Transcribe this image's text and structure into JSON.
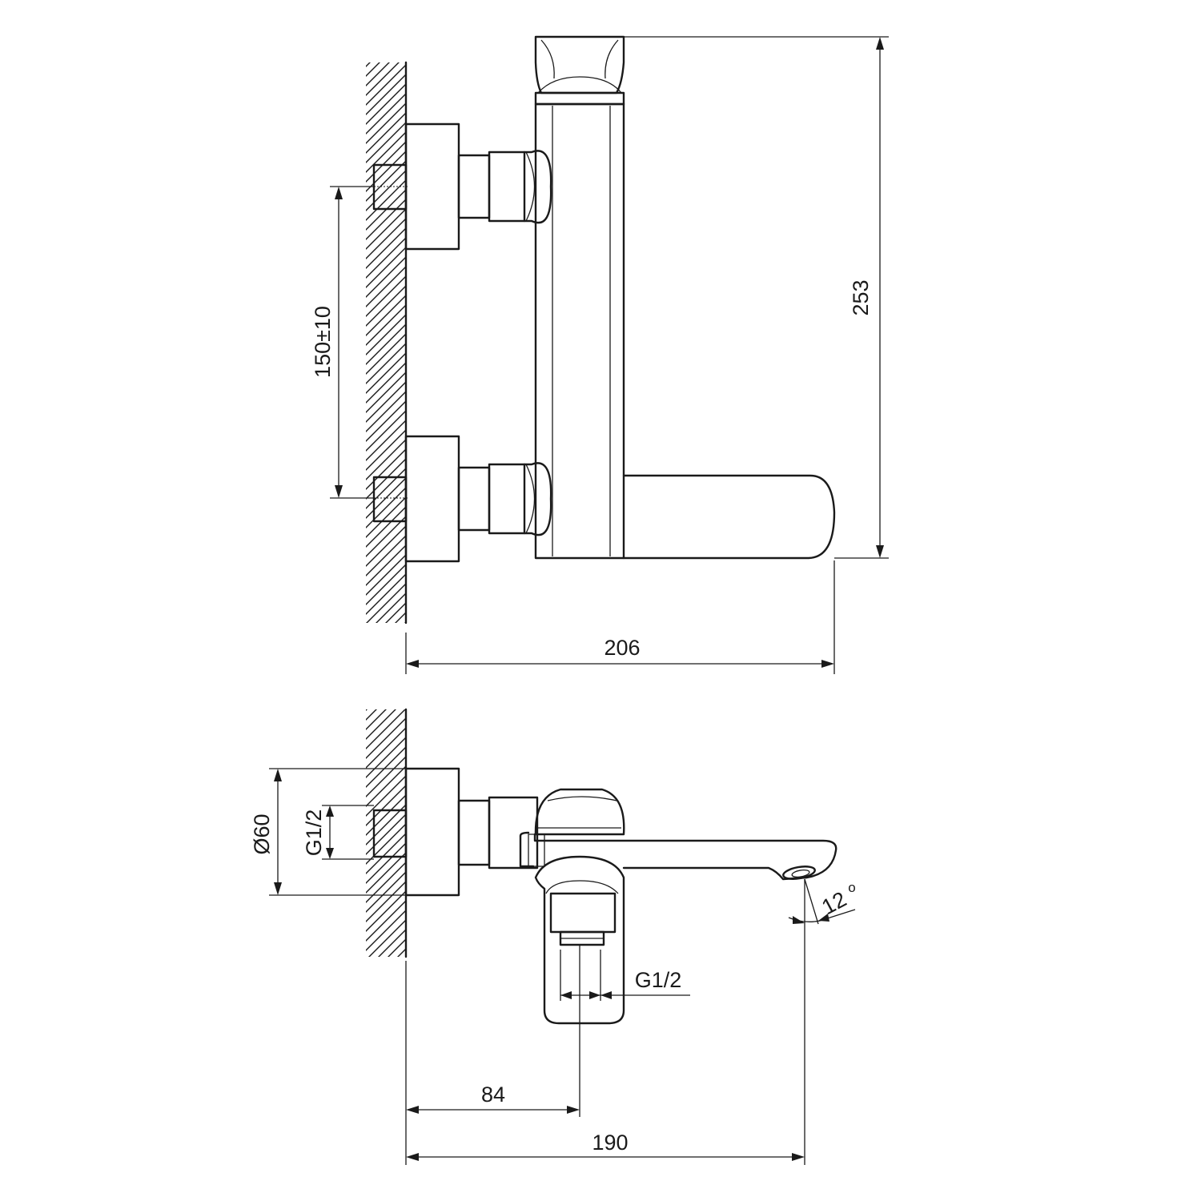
{
  "dimensions": {
    "overall_height": "253",
    "overall_width": "206",
    "inlet_spacing": "150±10",
    "flange_diameter": "Ø60",
    "inlet_thread": "G1/2",
    "outlet_thread": "G1/2",
    "outlet_offset": "84",
    "spout_reach": "190",
    "spout_angle": "12",
    "degree_symbol": "o"
  }
}
